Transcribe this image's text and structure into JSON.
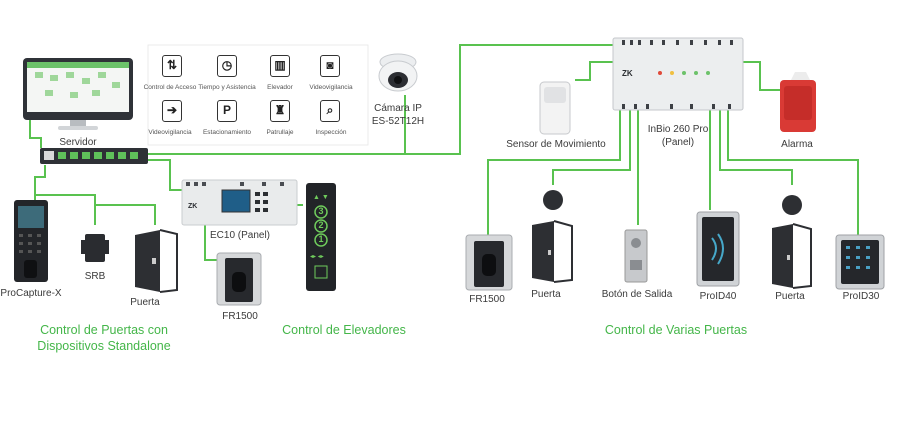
{
  "devices": {
    "server": "Servidor",
    "ip_camera": "Cámara IP",
    "ip_camera_model": "ES-52T12H",
    "ec10": "EC10 (Panel)",
    "fr1500_left": "FR1500",
    "procapture": "ProCapture-X",
    "srb": "SRB",
    "door_left": "Puerta",
    "motion_sensor": "Sensor de Movimiento",
    "inbio_name": "InBio 260 Pro",
    "inbio_sub": "(Panel)",
    "alarm": "Alarma",
    "fr1500_right": "FR1500",
    "door_right1": "Puerta",
    "exit_button": "Botón de Salida",
    "proid40": "ProID40",
    "door_right2": "Puerta",
    "proid30": "ProID30"
  },
  "features": [
    {
      "label": "Control de Acceso",
      "icon": "access-control-icon"
    },
    {
      "label": "Tiempo y Asistencia",
      "icon": "clock-icon"
    },
    {
      "label": "Elevador",
      "icon": "elevator-icon"
    },
    {
      "label": "Videovigilancia",
      "icon": "cctv-camera-icon"
    },
    {
      "label": "Videovigilancia",
      "icon": "door-exit-icon"
    },
    {
      "label": "Estacionamiento",
      "icon": "parking-icon"
    },
    {
      "label": "Patrullaje",
      "icon": "patrol-icon"
    },
    {
      "label": "Inspección",
      "icon": "inspection-icon"
    }
  ],
  "sections": {
    "standalone_line1": "Control de Puertas con",
    "standalone_line2": "Dispositivos Standalone",
    "elevators": "Control de Elevadores",
    "multi_door": "Control de Varias Puertas"
  },
  "elevator_buttons": [
    "3",
    "2",
    "1"
  ],
  "colors": {
    "accent_green": "#44b649",
    "line_green": "#59c24f"
  }
}
